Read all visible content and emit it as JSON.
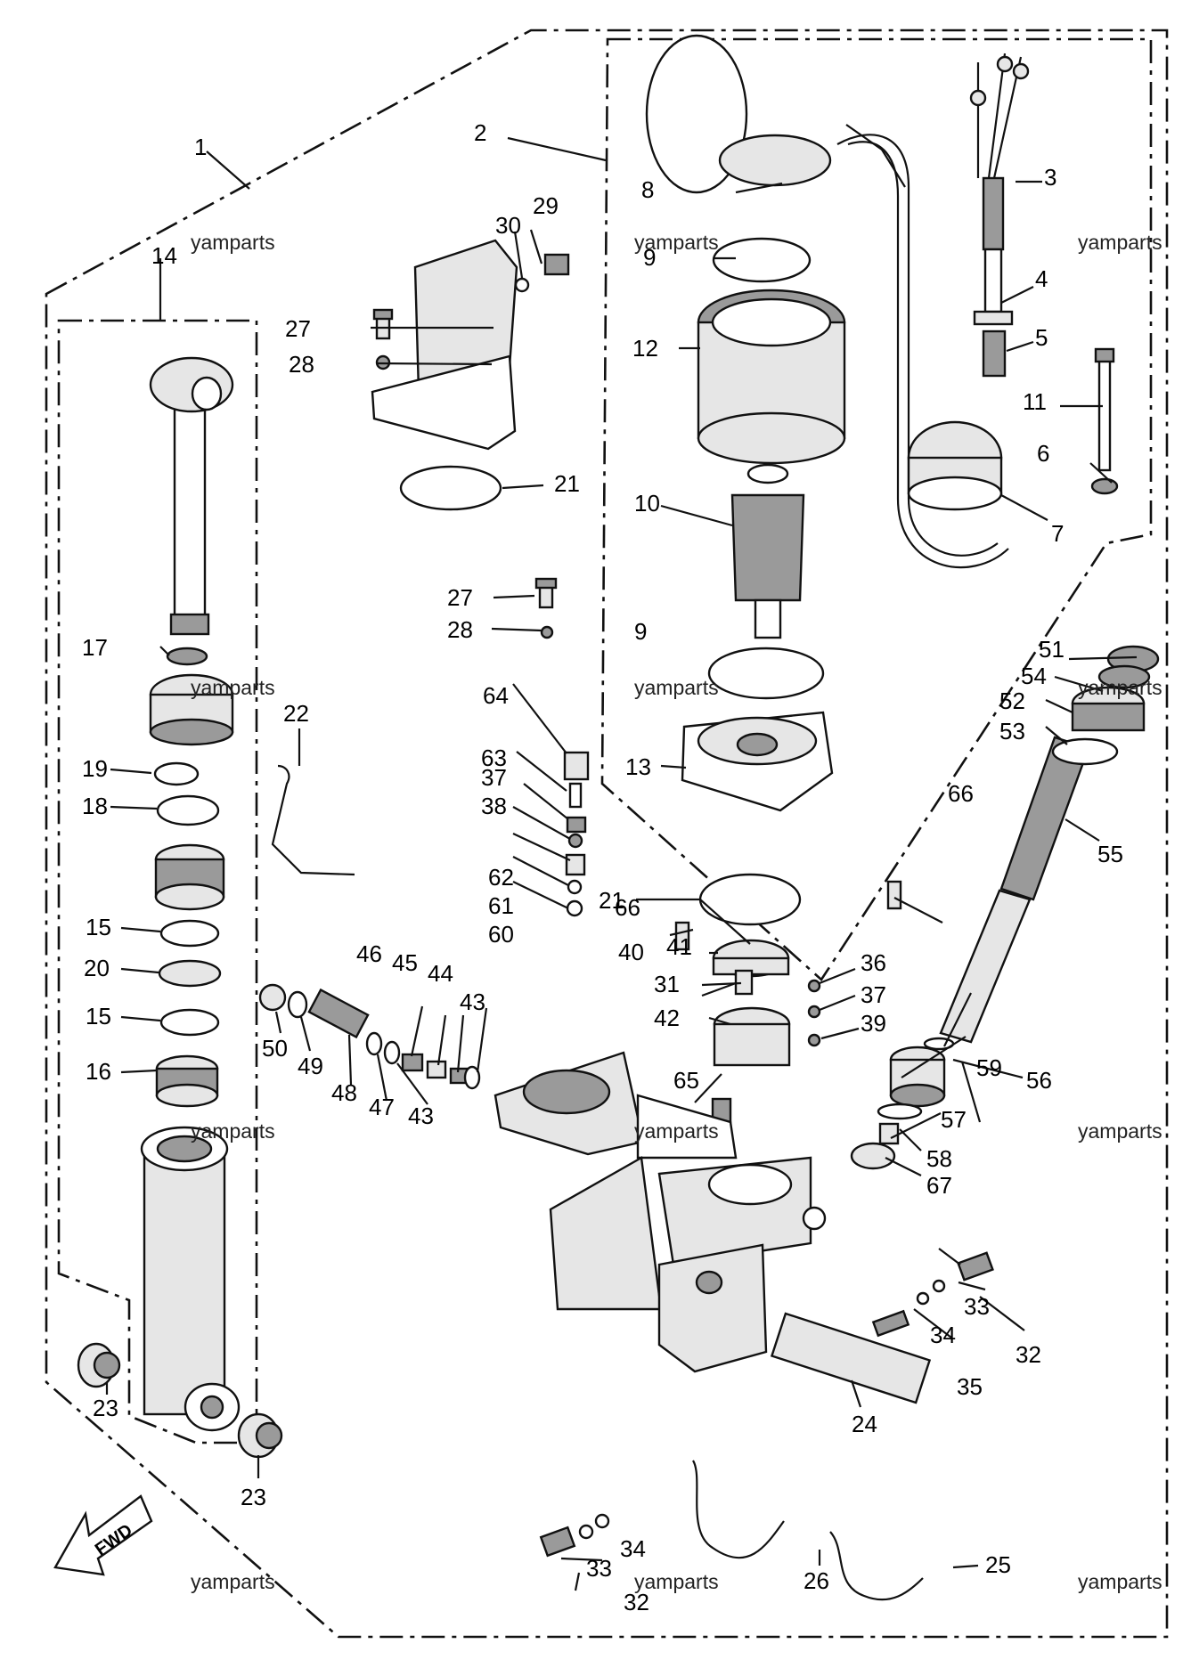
{
  "watermark": "yamparts",
  "fwd_label": "FWD",
  "parts": [
    {
      "id": "p1",
      "num": "1"
    },
    {
      "id": "p2",
      "num": "2"
    },
    {
      "id": "p3",
      "num": "3"
    },
    {
      "id": "p4",
      "num": "4"
    },
    {
      "id": "p5",
      "num": "5"
    },
    {
      "id": "p6",
      "num": "6"
    },
    {
      "id": "p7",
      "num": "7"
    },
    {
      "id": "p8",
      "num": "8"
    },
    {
      "id": "p9a",
      "num": "9"
    },
    {
      "id": "p9b",
      "num": "9"
    },
    {
      "id": "p10",
      "num": "10"
    },
    {
      "id": "p11",
      "num": "11"
    },
    {
      "id": "p12",
      "num": "12"
    },
    {
      "id": "p13",
      "num": "13"
    },
    {
      "id": "p14",
      "num": "14"
    },
    {
      "id": "p15a",
      "num": "15"
    },
    {
      "id": "p15b",
      "num": "15"
    },
    {
      "id": "p16",
      "num": "16"
    },
    {
      "id": "p17",
      "num": "17"
    },
    {
      "id": "p18",
      "num": "18"
    },
    {
      "id": "p19",
      "num": "19"
    },
    {
      "id": "p20",
      "num": "20"
    },
    {
      "id": "p21a",
      "num": "21"
    },
    {
      "id": "p21b",
      "num": "21"
    },
    {
      "id": "p22",
      "num": "22"
    },
    {
      "id": "p23a",
      "num": "23"
    },
    {
      "id": "p23b",
      "num": "23"
    },
    {
      "id": "p24",
      "num": "24"
    },
    {
      "id": "p25",
      "num": "25"
    },
    {
      "id": "p26",
      "num": "26"
    },
    {
      "id": "p27a",
      "num": "27"
    },
    {
      "id": "p27b",
      "num": "27"
    },
    {
      "id": "p28a",
      "num": "28"
    },
    {
      "id": "p28b",
      "num": "28"
    },
    {
      "id": "p29",
      "num": "29"
    },
    {
      "id": "p30",
      "num": "30"
    },
    {
      "id": "p31",
      "num": "31"
    },
    {
      "id": "p32a",
      "num": "32"
    },
    {
      "id": "p32b",
      "num": "32"
    },
    {
      "id": "p33a",
      "num": "33"
    },
    {
      "id": "p33b",
      "num": "33"
    },
    {
      "id": "p34a",
      "num": "34"
    },
    {
      "id": "p34b",
      "num": "34"
    },
    {
      "id": "p35",
      "num": "35"
    },
    {
      "id": "p36",
      "num": "36"
    },
    {
      "id": "p37a",
      "num": "37"
    },
    {
      "id": "p37b",
      "num": "37"
    },
    {
      "id": "p38",
      "num": "38"
    },
    {
      "id": "p39",
      "num": "39"
    },
    {
      "id": "p40",
      "num": "40"
    },
    {
      "id": "p41",
      "num": "41"
    },
    {
      "id": "p42",
      "num": "42"
    },
    {
      "id": "p43a",
      "num": "43"
    },
    {
      "id": "p43b",
      "num": "43"
    },
    {
      "id": "p44",
      "num": "44"
    },
    {
      "id": "p45",
      "num": "45"
    },
    {
      "id": "p46",
      "num": "46"
    },
    {
      "id": "p47",
      "num": "47"
    },
    {
      "id": "p48",
      "num": "48"
    },
    {
      "id": "p49",
      "num": "49"
    },
    {
      "id": "p50",
      "num": "50"
    },
    {
      "id": "p51",
      "num": "51"
    },
    {
      "id": "p52",
      "num": "52"
    },
    {
      "id": "p53",
      "num": "53"
    },
    {
      "id": "p54",
      "num": "54"
    },
    {
      "id": "p55",
      "num": "55"
    },
    {
      "id": "p56",
      "num": "56"
    },
    {
      "id": "p57",
      "num": "57"
    },
    {
      "id": "p58",
      "num": "58"
    },
    {
      "id": "p59",
      "num": "59"
    },
    {
      "id": "p60",
      "num": "60"
    },
    {
      "id": "p61",
      "num": "61"
    },
    {
      "id": "p62",
      "num": "62"
    },
    {
      "id": "p63",
      "num": "63"
    },
    {
      "id": "p64",
      "num": "64"
    },
    {
      "id": "p65",
      "num": "65"
    },
    {
      "id": "p66a",
      "num": "66"
    },
    {
      "id": "p66b",
      "num": "66"
    },
    {
      "id": "p67",
      "num": "67"
    }
  ]
}
